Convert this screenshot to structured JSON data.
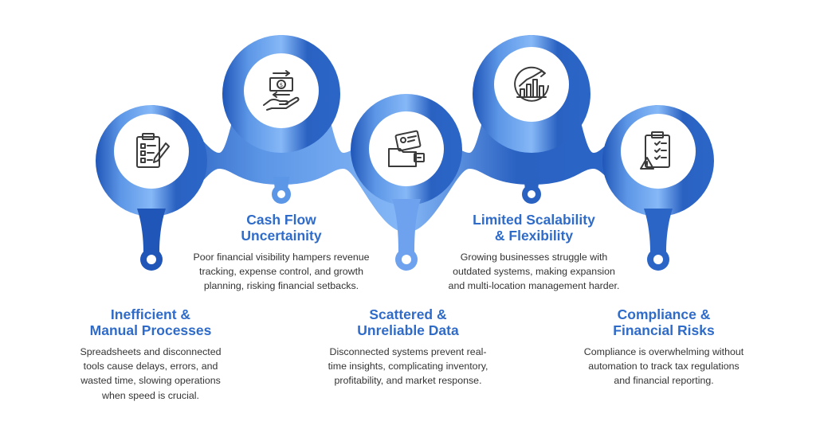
{
  "steps": [
    {
      "title_line1": "Inefficient &",
      "title_line2": "Manual Processes",
      "description": "Spreadsheets and disconnected tools cause delays, errors, and wasted time, slowing operations when speed is crucial.",
      "icon": "checklist-clipboard-icon"
    },
    {
      "title_line1": "Cash Flow",
      "title_line2": "Uncertainity",
      "description": "Poor financial visibility hampers revenue tracking, expense control, and growth planning, risking financial setbacks.",
      "icon": "money-hand-icon"
    },
    {
      "title_line1": "Scattered &",
      "title_line2": "Unreliable Data",
      "description": "Disconnected systems prevent real-time insights, complicating inventory, profitability, and market response.",
      "icon": "scattered-files-icon"
    },
    {
      "title_line1": "Limited Scalability",
      "title_line2": "& Flexibility",
      "description": "Growing businesses struggle with outdated systems, making expansion and multi-location management harder.",
      "icon": "growth-chart-icon"
    },
    {
      "title_line1": "Compliance &",
      "title_line2": "Financial Risks",
      "description": "Compliance is overwhelming without automation to track tax regulations and financial reporting.",
      "icon": "compliance-warning-icon"
    }
  ],
  "colors": {
    "ribbon_dark": "#1f56b8",
    "ribbon_light": "#7fb0f5",
    "title": "#2f6bc9",
    "text": "#333333",
    "icon_stroke": "#3a3a3a"
  }
}
